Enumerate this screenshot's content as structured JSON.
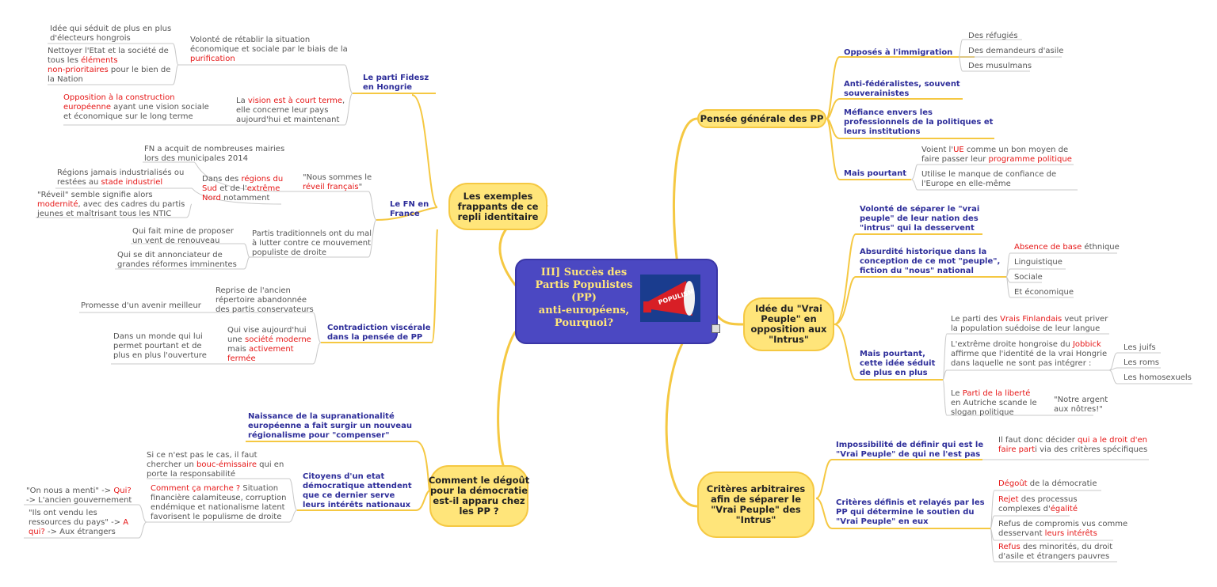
{
  "center": {
    "lines": [
      "III] Succès des",
      "Partis Populistes",
      "(PP)",
      "anti-européens,",
      "Pourquoi?"
    ],
    "image_label": "POPULISM"
  },
  "colors": {
    "branch": "#f5c842",
    "center_bg": "#4b48c2",
    "center_text": "#ffe57a",
    "label": "#2e2e9a",
    "highlight": "#e61717",
    "text": "#555555"
  },
  "branches": {
    "pensee": {
      "title": "Pensée générale des PP",
      "opposes": "Opposés à l'immigration",
      "refugies": "Des réfugiés",
      "demandeurs": "Des demandeurs d'asile",
      "musulmans": "Des musulmans",
      "anti_fed": [
        "Anti-fédéralistes, souvent",
        "souverainistes"
      ],
      "mefiance": [
        "Méfiance envers les",
        "professionnels de la politiques et",
        "leurs institutions"
      ],
      "mais": "Mais pourtant",
      "ue": {
        "p1": "Voient l'",
        "h1": "UE",
        "p2": " comme un bon moyen de",
        "p3": "faire passer leur ",
        "h2": "programme politique"
      },
      "manque": [
        "Utilise le manque de confiance de",
        "l'Europe en elle-même"
      ]
    },
    "vrai": {
      "title": [
        "Idée du \"Vrai",
        "Peuple\" en",
        "opposition aux",
        "\"Intrus\""
      ],
      "volonte": [
        "Volonté de séparer le \"vrai",
        "peuple\" de leur nation des",
        "\"intrus\" qui la desservent"
      ],
      "absurdite": [
        "Absurdité historique dans la",
        "conception de ce mot \"peuple\",",
        "fiction du \"nous\" national"
      ],
      "absence": {
        "h": "Absence de base",
        "p": " éthnique"
      },
      "linguistique": "Linguistique",
      "sociale": "Sociale",
      "economique": "Et économique",
      "mais": [
        "Mais pourtant,",
        "cette idée séduit",
        "de plus en plus"
      ],
      "finlandais": {
        "p1": "Le parti des ",
        "h": "Vrais Finlandais",
        "p2": " veut priver",
        "p3": "la population suédoise de leur langue"
      },
      "jobbick": {
        "p1": "L'extrême droite hongroise du ",
        "h": "Jobbick",
        "p2": "affirme que l'identité de la vrai Hongrie",
        "p3": "dans laquelle ne sont pas intégrer :"
      },
      "juifs": "Les juifs",
      "roms": "Les roms",
      "homos": "Les homosexuels",
      "liberte": {
        "p1": "Le ",
        "h": "Parti de la liberté",
        "p2": "en Autriche scande le",
        "p3": "slogan politique"
      },
      "argent": [
        "\"Notre argent",
        "aux nôtres!\""
      ]
    },
    "criteres": {
      "title": [
        "Critères arbitraires",
        "afin de séparer le",
        "\"Vrai Peuple\" des",
        "\"Intrus\""
      ],
      "impossibilite": [
        "Impossibilité de définir qui est le",
        "\"Vrai Peuple\" de qui ne l'est pas"
      ],
      "decider": {
        "p1": "Il faut donc décider ",
        "h1": "qui a le droit d'en",
        "h2": "faire part",
        "p2": "i via des critères spécifiques"
      },
      "definis": [
        "Critères définis et relayés par les",
        "PP qui détermine le soutien du",
        "\"Vrai Peuple\" en eux"
      ],
      "degout": {
        "h": "Dégoût",
        "p": " de la démocratie"
      },
      "rejet": {
        "h": "Rejet",
        "p1": " des processus",
        "p2": "complexes d'",
        "h2": "égalité"
      },
      "refus_compromis": {
        "p1": "Refus de compromis vus comme",
        "p2": "desservant ",
        "h": "leurs intérêts"
      },
      "refus_minorites": {
        "h": "Refus",
        "p1": " des minorités, du droit",
        "p2": "d'asile et étrangers pauvres"
      }
    },
    "exemples": {
      "title": [
        "Les exemples",
        "frappants de ce",
        "repli identitaire"
      ],
      "fidesz": [
        "Le parti Fidesz",
        "en Hongrie"
      ],
      "volonte": {
        "p1": "Volonté de rétablir la situation",
        "p2": "économique et sociale par le biais de la",
        "h": "purification"
      },
      "idee": [
        "Idée qui séduit de plus en plus",
        "d'électeurs hongrois"
      ],
      "nettoyer": {
        "p1": "Nettoyer l'Etat et la société de",
        "p2": "tous les ",
        "h1": "éléments",
        "h2": "non-prioritaires",
        "p3": " pour le bien de",
        "p4": "la Nation"
      },
      "vision": {
        "p1": "La ",
        "h": "vision est à court terme",
        "p2": ",",
        "p3": "elle concerne leur pays",
        "p4": "aujourd'hui et maintenant"
      },
      "opposition": {
        "h1": "Opposition à la construction",
        "h2": "européenne",
        "p1": " ayant une vision sociale",
        "p2": "et économique sur le long terme"
      },
      "fn": [
        "Le FN en",
        "France"
      ],
      "mairies": [
        "FN a acquit de nombreuses mairies",
        "lors des municipales 2014"
      ],
      "reveil": {
        "p1": "\"Nous sommes le",
        "h": "réveil français",
        "p2": "\""
      },
      "regions": {
        "p1": "Dans des ",
        "h1": "régions du",
        "h2": "Sud",
        "p2": " et de l'",
        "h3": "extrême",
        "h4": "Nord",
        "p3": " notamment"
      },
      "industrialises": {
        "p1": "Régions jamais industrialisés ou",
        "p2": "restées au ",
        "h": "stade industriel"
      },
      "modernite": {
        "p1": "\"Réveil\" semble signifie alors",
        "h": "modernité",
        "p2": ", avec des cadres du partis",
        "p3": "jeunes et maîtrisant tous les NTIC"
      },
      "traditionnels": [
        "Partis traditionnels ont du mal",
        "à lutter contre ce mouvement",
        "populiste de droite"
      ],
      "mine": [
        "Qui fait mine de proposer",
        "un vent de renouveau"
      ],
      "annonciateur": [
        "Qui se dit annonciateur de",
        "grandes réformes imminentes"
      ],
      "contradiction": [
        "Contradiction viscérale",
        "dans la pensée de PP"
      ],
      "reprise": [
        "Reprise de l'ancien",
        "répertoire abandonnée",
        "des partis conservateurs"
      ],
      "promesse": "Promesse d'un avenir meilleur",
      "societe": {
        "p1": "Qui vise aujourd'hui",
        "p2": "une ",
        "h1": "société moderne",
        "p3": "mais ",
        "h2": "activement",
        "h3": "fermée"
      },
      "monde": [
        "Dans un monde qui lui",
        "permet pourtant et de",
        "plus en plus l'ouverture"
      ]
    },
    "degout": {
      "title": [
        "Comment le dégoût",
        "pour la démocratie",
        "est-il apparu chez",
        "les PP ?"
      ],
      "naissance": [
        "Naissance de la supranationalité",
        "européenne a fait surgir un nouveau",
        "régionalisme pour \"compenser\""
      ],
      "citoyens": [
        "Citoyens d'un etat",
        "démocratique attendent",
        "que ce dernier serve",
        "leurs intérêts nationaux"
      ],
      "bouc": {
        "p1": "Si ce n'est pas le cas, il faut",
        "p2": "chercher un ",
        "h": "bouc-émissaire",
        "p3": " qui en",
        "p4": "porte la responsabilité"
      },
      "comment": {
        "h": "Comment ça marche ?",
        "p1": "  Situation",
        "p2": "financière calamiteuse, corruption",
        "p3": "endémique et nationalisme latent",
        "p4": "favorisent le populisme de droite"
      },
      "menti": {
        "p1": "\"On nous a menti\" -> ",
        "h": "Qui?",
        "p2": "-> L'ancien gouvernement"
      },
      "vendu": {
        "p1": "\"Ils ont vendu les",
        "p2": "ressources du pays\" -> ",
        "h1": "A",
        "h2": "qui?",
        "p3": " -> Aux étrangers"
      }
    }
  }
}
